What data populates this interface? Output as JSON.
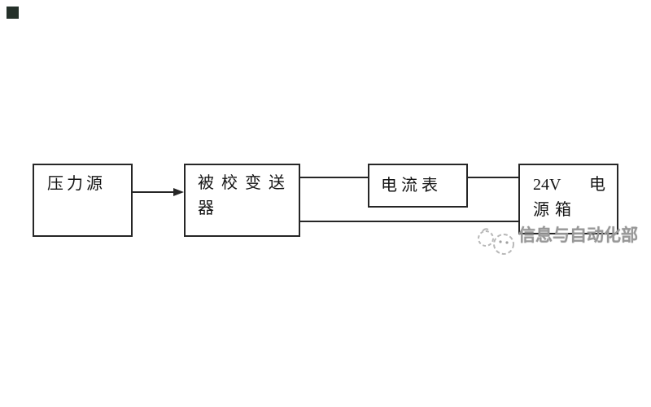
{
  "canvas": {
    "background": "#ffffff"
  },
  "decor": {
    "corner_square_color": "#243029"
  },
  "diagram": {
    "stroke_color": "#262626",
    "text_color": "#141414",
    "node_pressure_source": {
      "label": "压力源"
    },
    "node_transmitter": {
      "line1": "被校变送",
      "line2": "器"
    },
    "node_ammeter": {
      "label": "电流表"
    },
    "node_power_box": {
      "line1_left": "24V",
      "line1_right": "电",
      "line2": "源箱"
    },
    "connections": [
      {
        "from": "pressure-source",
        "to": "transmitter",
        "type": "arrow"
      },
      {
        "from": "transmitter",
        "to": "ammeter",
        "type": "line"
      },
      {
        "from": "ammeter",
        "to": "power-box",
        "type": "line"
      },
      {
        "from": "transmitter",
        "to": "power-box",
        "type": "line"
      }
    ]
  },
  "watermark": {
    "text": "信息与自动化部",
    "color": "#989898",
    "logo": "wechat-account-logo"
  }
}
